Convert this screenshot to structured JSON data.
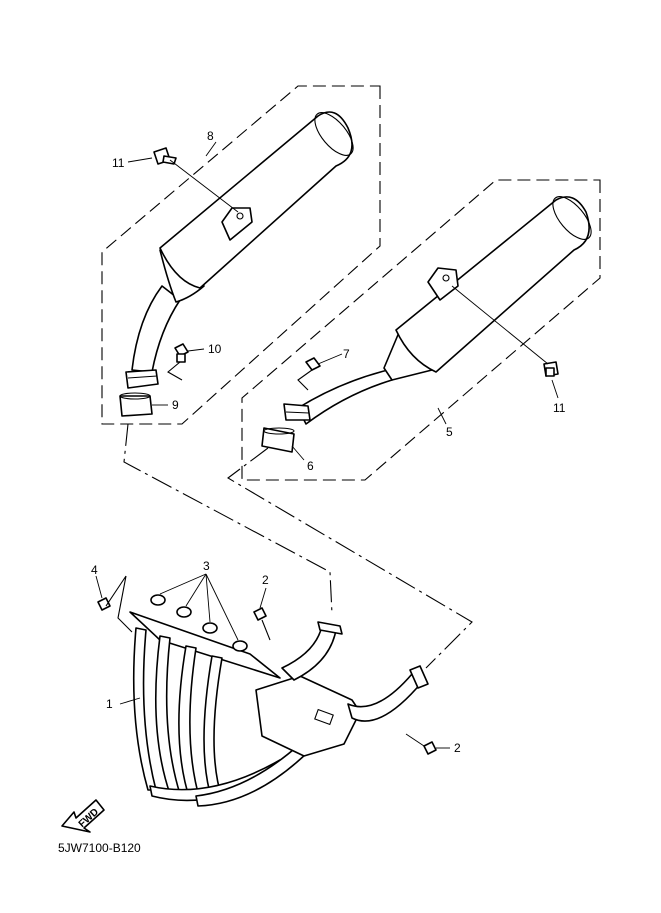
{
  "diagram_code": "5JW7100-B120",
  "direction_arrow": {
    "label": "FWD",
    "icon": "forward-arrow-icon"
  },
  "callouts": [
    {
      "id": "1",
      "part": "exhaust-header-pipe"
    },
    {
      "id": "2",
      "part": "header-bolt"
    },
    {
      "id": "2",
      "part": "collector-bolt"
    },
    {
      "id": "3",
      "part": "exhaust-gaskets"
    },
    {
      "id": "4",
      "part": "header-nut"
    },
    {
      "id": "5",
      "part": "right-muffler"
    },
    {
      "id": "6",
      "part": "right-muffler-gasket"
    },
    {
      "id": "7",
      "part": "right-muffler-bolt"
    },
    {
      "id": "8",
      "part": "left-muffler"
    },
    {
      "id": "9",
      "part": "left-muffler-gasket"
    },
    {
      "id": "10",
      "part": "left-muffler-bolt"
    },
    {
      "id": "11",
      "part": "left-muffler-mount-bolt"
    },
    {
      "id": "11",
      "part": "right-muffler-mount-bolt"
    }
  ]
}
